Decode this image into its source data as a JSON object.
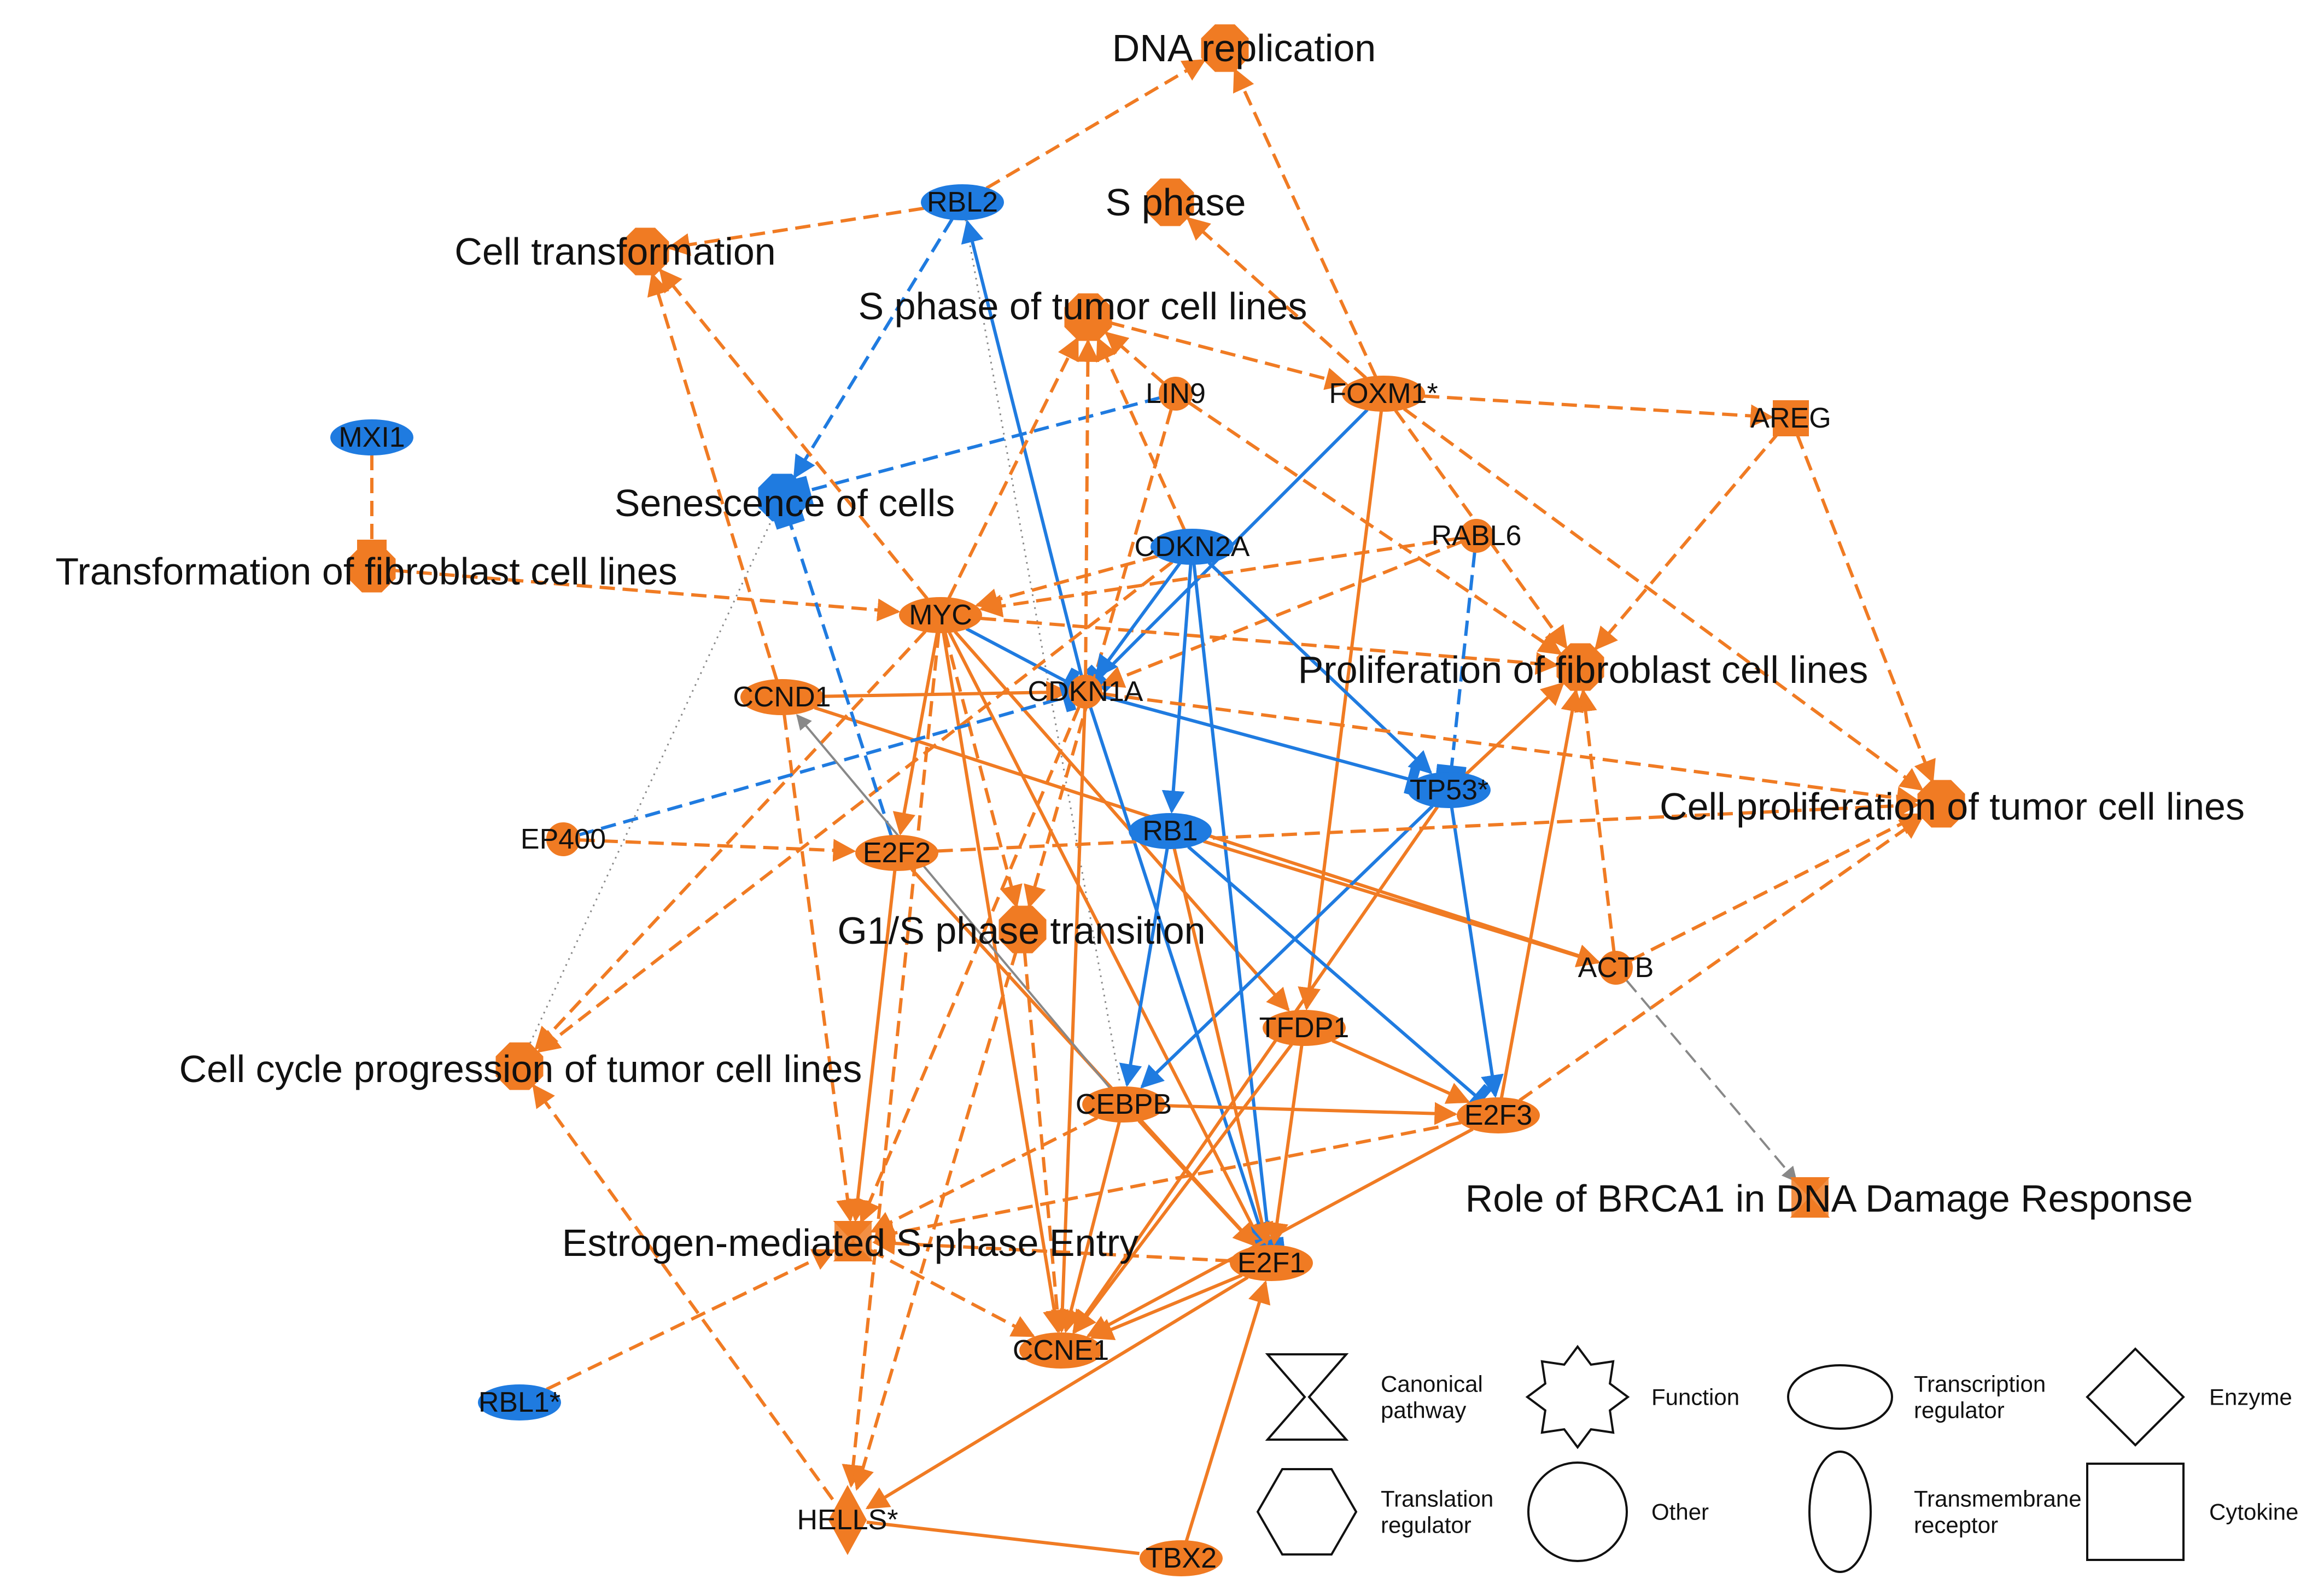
{
  "colors": {
    "up": "#F07B23",
    "down": "#1F7BE0",
    "neutral": "#888888",
    "legend_stroke": "#111111",
    "label": "#111111"
  },
  "nodes": [
    {
      "id": "dna_replication",
      "label": "DNA replication",
      "shape": "octagon",
      "color": "up",
      "kind": "function"
    },
    {
      "id": "s_phase",
      "label": "S phase",
      "shape": "octagon",
      "color": "up",
      "kind": "function"
    },
    {
      "id": "cell_transformation",
      "label": "Cell transformation",
      "shape": "octagon",
      "color": "up",
      "kind": "function"
    },
    {
      "id": "s_phase_tumor",
      "label": "S phase of tumor cell lines",
      "shape": "octagon",
      "color": "up",
      "kind": "function"
    },
    {
      "id": "senescence",
      "label": "Senescence of cells",
      "shape": "octagon",
      "color": "down",
      "kind": "function"
    },
    {
      "id": "transformation_fibro",
      "label": "Transformation of fibroblast cell lines",
      "shape": "octagon",
      "color": "up",
      "kind": "function"
    },
    {
      "id": "prolif_fibro",
      "label": "Proliferation of fibroblast cell lines",
      "shape": "octagon",
      "color": "up",
      "kind": "function"
    },
    {
      "id": "cell_prolif_tumor",
      "label": "Cell proliferation of tumor cell lines",
      "shape": "octagon",
      "color": "up",
      "kind": "function"
    },
    {
      "id": "g1s",
      "label": "G1/S phase transition",
      "shape": "octagon",
      "color": "up",
      "kind": "function"
    },
    {
      "id": "cell_cycle_tumor",
      "label": "Cell cycle progression of tumor cell lines",
      "shape": "octagon",
      "color": "up",
      "kind": "function"
    },
    {
      "id": "brca1",
      "label": "Role of BRCA1 in DNA Damage Response",
      "shape": "hourglass",
      "color": "up",
      "kind": "function"
    },
    {
      "id": "estrogen",
      "label": "Estrogen-mediated S-phase Entry",
      "shape": "hourglass",
      "color": "up",
      "kind": "function"
    },
    {
      "id": "rbl2",
      "label": "RBL2",
      "shape": "ellipse",
      "color": "down",
      "kind": "gene"
    },
    {
      "id": "lin9",
      "label": "LIN9",
      "shape": "circle",
      "color": "up",
      "kind": "gene"
    },
    {
      "id": "foxm1",
      "label": "FOXM1*",
      "shape": "ellipse",
      "color": "up",
      "kind": "gene"
    },
    {
      "id": "areg",
      "label": "AREG",
      "shape": "square",
      "color": "up",
      "kind": "gene"
    },
    {
      "id": "mxi1",
      "label": "MXI1",
      "shape": "ellipse",
      "color": "down",
      "kind": "gene"
    },
    {
      "id": "cdkn2a",
      "label": "CDKN2A",
      "shape": "ellipse",
      "color": "down",
      "kind": "gene"
    },
    {
      "id": "rabl6",
      "label": "RABL6",
      "shape": "circle",
      "color": "up",
      "kind": "gene"
    },
    {
      "id": "myc",
      "label": "MYC",
      "shape": "ellipse",
      "color": "up",
      "kind": "gene"
    },
    {
      "id": "ccnd1",
      "label": "CCND1",
      "shape": "ellipse",
      "color": "up",
      "kind": "gene"
    },
    {
      "id": "cdkn1a",
      "label": "CDKN1A",
      "shape": "circle",
      "color": "up",
      "kind": "gene"
    },
    {
      "id": "tp53",
      "label": "TP53*",
      "shape": "ellipse",
      "color": "down",
      "kind": "gene"
    },
    {
      "id": "ep400",
      "label": "EP400",
      "shape": "circle",
      "color": "up",
      "kind": "gene"
    },
    {
      "id": "e2f2",
      "label": "E2F2",
      "shape": "ellipse",
      "color": "up",
      "kind": "gene"
    },
    {
      "id": "rb1",
      "label": "RB1",
      "shape": "ellipse",
      "color": "down",
      "kind": "gene"
    },
    {
      "id": "actb",
      "label": "ACTB",
      "shape": "circle",
      "color": "up",
      "kind": "gene"
    },
    {
      "id": "tfdp1",
      "label": "TFDP1",
      "shape": "ellipse",
      "color": "up",
      "kind": "gene"
    },
    {
      "id": "cebpb",
      "label": "CEBPB",
      "shape": "ellipse",
      "color": "up",
      "kind": "gene"
    },
    {
      "id": "e2f3",
      "label": "E2F3",
      "shape": "ellipse",
      "color": "up",
      "kind": "gene"
    },
    {
      "id": "e2f1",
      "label": "E2F1",
      "shape": "ellipse",
      "color": "up",
      "kind": "gene"
    },
    {
      "id": "ccne1",
      "label": "CCNE1",
      "shape": "ellipse",
      "color": "up",
      "kind": "gene"
    },
    {
      "id": "rbl1",
      "label": "RBL1*",
      "shape": "ellipse",
      "color": "down",
      "kind": "gene"
    },
    {
      "id": "hells",
      "label": "HELLS*",
      "shape": "diamond",
      "color": "up",
      "kind": "gene"
    },
    {
      "id": "tbx2",
      "label": "TBX2",
      "shape": "ellipse",
      "color": "up",
      "kind": "gene"
    }
  ],
  "edges": [
    {
      "s": "rbl2",
      "t": "dna_replication",
      "c": "up",
      "d": true,
      "h": "arrow"
    },
    {
      "s": "rbl2",
      "t": "cell_transformation",
      "c": "up",
      "d": true,
      "h": "arrow"
    },
    {
      "s": "rbl2",
      "t": "senescence",
      "c": "down",
      "d": true,
      "h": "arrow"
    },
    {
      "s": "rbl2",
      "t": "cebpb",
      "c": "neutral",
      "d": true,
      "h": "none",
      "dot": true
    },
    {
      "s": "cdkn1a",
      "t": "rbl2",
      "c": "down",
      "d": false,
      "h": "arrow"
    },
    {
      "s": "foxm1",
      "t": "dna_replication",
      "c": "up",
      "d": true,
      "h": "arrow"
    },
    {
      "s": "foxm1",
      "t": "s_phase",
      "c": "up",
      "d": true,
      "h": "arrow"
    },
    {
      "s": "foxm1",
      "t": "areg",
      "c": "up",
      "d": true,
      "h": "arrow"
    },
    {
      "s": "foxm1",
      "t": "prolif_fibro",
      "c": "up",
      "d": true,
      "h": "arrow"
    },
    {
      "s": "foxm1",
      "t": "cell_prolif_tumor",
      "c": "up",
      "d": true,
      "h": "arrow"
    },
    {
      "s": "foxm1",
      "t": "tfdp1",
      "c": "up",
      "d": false,
      "h": "arrow"
    },
    {
      "s": "foxm1",
      "t": "cdkn1a",
      "c": "down",
      "d": false,
      "h": "bar"
    },
    {
      "s": "lin9",
      "t": "s_phase_tumor",
      "c": "up",
      "d": true,
      "h": "arrow"
    },
    {
      "s": "lin9",
      "t": "senescence",
      "c": "down",
      "d": true,
      "h": "bar"
    },
    {
      "s": "lin9",
      "t": "prolif_fibro",
      "c": "up",
      "d": true,
      "h": "arrow"
    },
    {
      "s": "lin9",
      "t": "g1s",
      "c": "up",
      "d": true,
      "h": "arrow"
    },
    {
      "s": "s_phase_tumor",
      "t": "foxm1",
      "c": "up",
      "d": true,
      "h": "arrow"
    },
    {
      "s": "mxi1",
      "t": "transformation_fibro",
      "c": "up",
      "d": true,
      "h": "bar"
    },
    {
      "s": "transformation_fibro",
      "t": "myc",
      "c": "up",
      "d": true,
      "h": "arrow"
    },
    {
      "s": "myc",
      "t": "cell_transformation",
      "c": "up",
      "d": true,
      "h": "arrow"
    },
    {
      "s": "myc",
      "t": "e2f2",
      "c": "up",
      "d": false,
      "h": "arrow"
    },
    {
      "s": "myc",
      "t": "cdkn1a",
      "c": "down",
      "d": false,
      "h": "bar"
    },
    {
      "s": "myc",
      "t": "ccne1",
      "c": "up",
      "d": false,
      "h": "arrow"
    },
    {
      "s": "myc",
      "t": "e2f1",
      "c": "up",
      "d": false,
      "h": "arrow"
    },
    {
      "s": "myc",
      "t": "tfdp1",
      "c": "up",
      "d": false,
      "h": "arrow"
    },
    {
      "s": "myc",
      "t": "s_phase_tumor",
      "c": "up",
      "d": true,
      "h": "arrow"
    },
    {
      "s": "myc",
      "t": "cell_cycle_tumor",
      "c": "up",
      "d": true,
      "h": "arrow"
    },
    {
      "s": "myc",
      "t": "hells",
      "c": "up",
      "d": true,
      "h": "arrow"
    },
    {
      "s": "myc",
      "t": "prolif_fibro",
      "c": "up",
      "d": true,
      "h": "arrow"
    },
    {
      "s": "myc",
      "t": "g1s",
      "c": "up",
      "d": true,
      "h": "arrow"
    },
    {
      "s": "rabl6",
      "t": "myc",
      "c": "up",
      "d": true,
      "h": "arrow"
    },
    {
      "s": "rabl6",
      "t": "tp53",
      "c": "down",
      "d": true,
      "h": "bar"
    },
    {
      "s": "rabl6",
      "t": "cdkn1a",
      "c": "up",
      "d": true,
      "h": "arrow"
    },
    {
      "s": "areg",
      "t": "prolif_fibro",
      "c": "up",
      "d": true,
      "h": "arrow"
    },
    {
      "s": "areg",
      "t": "cell_prolif_tumor",
      "c": "up",
      "d": true,
      "h": "arrow"
    },
    {
      "s": "cdkn2a",
      "t": "cdkn1a",
      "c": "down",
      "d": false,
      "h": "arrow"
    },
    {
      "s": "cdkn2a",
      "t": "tp53",
      "c": "down",
      "d": false,
      "h": "arrow"
    },
    {
      "s": "cdkn2a",
      "t": "rb1",
      "c": "down",
      "d": false,
      "h": "arrow"
    },
    {
      "s": "cdkn2a",
      "t": "e2f1",
      "c": "down",
      "d": false,
      "h": "bar"
    },
    {
      "s": "cdkn2a",
      "t": "myc",
      "c": "up",
      "d": true,
      "h": "arrow"
    },
    {
      "s": "cdkn2a",
      "t": "cell_cycle_tumor",
      "c": "up",
      "d": true,
      "h": "arrow"
    },
    {
      "s": "cdkn2a",
      "t": "s_phase_tumor",
      "c": "up",
      "d": true,
      "h": "arrow"
    },
    {
      "s": "ccnd1",
      "t": "cdkn1a",
      "c": "up",
      "d": false,
      "h": "arrow"
    },
    {
      "s": "ccnd1",
      "t": "actb",
      "c": "up",
      "d": false,
      "h": "arrow"
    },
    {
      "s": "ccnd1",
      "t": "estrogen",
      "c": "up",
      "d": true,
      "h": "arrow"
    },
    {
      "s": "ccnd1",
      "t": "cell_transformation",
      "c": "up",
      "d": true,
      "h": "arrow"
    },
    {
      "s": "cdkn1a",
      "t": "tp53",
      "c": "down",
      "d": false,
      "h": "bar"
    },
    {
      "s": "cdkn1a",
      "t": "cell_prolif_tumor",
      "c": "up",
      "d": true,
      "h": "arrow"
    },
    {
      "s": "cdkn1a",
      "t": "s_phase_tumor",
      "c": "up",
      "d": true,
      "h": "arrow"
    },
    {
      "s": "cdkn1a",
      "t": "e2f1",
      "c": "down",
      "d": false,
      "h": "arrow"
    },
    {
      "s": "cdkn1a",
      "t": "ccne1",
      "c": "up",
      "d": false,
      "h": "arrow"
    },
    {
      "s": "cdkn1a",
      "t": "estrogen",
      "c": "up",
      "d": true,
      "h": "arrow"
    },
    {
      "s": "tp53",
      "t": "cebpb",
      "c": "down",
      "d": false,
      "h": "arrow"
    },
    {
      "s": "tp53",
      "t": "e2f3",
      "c": "down",
      "d": false,
      "h": "arrow"
    },
    {
      "s": "tp53",
      "t": "ccne1",
      "c": "up",
      "d": false,
      "h": "arrow"
    },
    {
      "s": "tp53",
      "t": "prolif_fibro",
      "c": "up",
      "d": false,
      "h": "arrow"
    },
    {
      "s": "ep400",
      "t": "e2f2",
      "c": "up",
      "d": true,
      "h": "arrow"
    },
    {
      "s": "ep400",
      "t": "cdkn1a",
      "c": "down",
      "d": true,
      "h": "bar"
    },
    {
      "s": "e2f2",
      "t": "estrogen",
      "c": "up",
      "d": false,
      "h": "arrow"
    },
    {
      "s": "e2f2",
      "t": "e2f1",
      "c": "up",
      "d": false,
      "h": "arrow"
    },
    {
      "s": "e2f2",
      "t": "cell_prolif_tumor",
      "c": "up",
      "d": true,
      "h": "arrow"
    },
    {
      "s": "e2f2",
      "t": "senescence",
      "c": "down",
      "d": true,
      "h": "bar"
    },
    {
      "s": "rb1",
      "t": "e2f3",
      "c": "down",
      "d": false,
      "h": "bar"
    },
    {
      "s": "rb1",
      "t": "actb",
      "c": "up",
      "d": false,
      "h": "arrow"
    },
    {
      "s": "rb1",
      "t": "e2f1",
      "c": "up",
      "d": false,
      "h": "arrow"
    },
    {
      "s": "rb1",
      "t": "cebpb",
      "c": "down",
      "d": false,
      "h": "arrow"
    },
    {
      "s": "actb",
      "t": "brca1",
      "c": "neutral",
      "d": true,
      "h": "arrow"
    },
    {
      "s": "actb",
      "t": "cell_prolif_tumor",
      "c": "up",
      "d": true,
      "h": "arrow"
    },
    {
      "s": "actb",
      "t": "prolif_fibro",
      "c": "up",
      "d": true,
      "h": "arrow"
    },
    {
      "s": "tfdp1",
      "t": "e2f3",
      "c": "up",
      "d": false,
      "h": "arrow"
    },
    {
      "s": "tfdp1",
      "t": "ccne1",
      "c": "up",
      "d": false,
      "h": "arrow"
    },
    {
      "s": "tfdp1",
      "t": "e2f1",
      "c": "up",
      "d": false,
      "h": "arrow"
    },
    {
      "s": "cebpb",
      "t": "ccnd1",
      "c": "neutral",
      "d": false,
      "h": "arrow"
    },
    {
      "s": "cebpb",
      "t": "e2f3",
      "c": "up",
      "d": false,
      "h": "arrow"
    },
    {
      "s": "cebpb",
      "t": "e2f1",
      "c": "up",
      "d": false,
      "h": "arrow"
    },
    {
      "s": "cebpb",
      "t": "ccne1",
      "c": "up",
      "d": false,
      "h": "arrow"
    },
    {
      "s": "cebpb",
      "t": "estrogen",
      "c": "up",
      "d": true,
      "h": "arrow"
    },
    {
      "s": "e2f3",
      "t": "estrogen",
      "c": "up",
      "d": true,
      "h": "arrow"
    },
    {
      "s": "e2f3",
      "t": "ccne1",
      "c": "up",
      "d": false,
      "h": "arrow"
    },
    {
      "s": "e2f3",
      "t": "cell_prolif_tumor",
      "c": "up",
      "d": true,
      "h": "arrow"
    },
    {
      "s": "e2f3",
      "t": "prolif_fibro",
      "c": "up",
      "d": false,
      "h": "arrow"
    },
    {
      "s": "e2f1",
      "t": "ccne1",
      "c": "up",
      "d": false,
      "h": "arrow"
    },
    {
      "s": "e2f1",
      "t": "hells",
      "c": "up",
      "d": false,
      "h": "arrow"
    },
    {
      "s": "e2f1",
      "t": "estrogen",
      "c": "up",
      "d": true,
      "h": "arrow"
    },
    {
      "s": "g1s",
      "t": "hells",
      "c": "up",
      "d": true,
      "h": "arrow"
    },
    {
      "s": "g1s",
      "t": "ccne1",
      "c": "up",
      "d": true,
      "h": "arrow"
    },
    {
      "s": "hells",
      "t": "cell_cycle_tumor",
      "c": "up",
      "d": true,
      "h": "arrow"
    },
    {
      "s": "hells",
      "t": "tbx2",
      "c": "up",
      "d": false,
      "h": "none"
    },
    {
      "s": "tbx2",
      "t": "e2f1",
      "c": "up",
      "d": false,
      "h": "arrow"
    },
    {
      "s": "rbl1",
      "t": "estrogen",
      "c": "up",
      "d": true,
      "h": "arrow"
    },
    {
      "s": "estrogen",
      "t": "ccne1",
      "c": "up",
      "d": true,
      "h": "arrow"
    },
    {
      "s": "senescence",
      "t": "cell_cycle_tumor",
      "c": "neutral",
      "d": true,
      "h": "none",
      "dot": true
    }
  ],
  "legend": [
    {
      "key": "canonical_pathway",
      "label_lines": [
        "Canonical",
        "pathway"
      ],
      "icon": "hourglass-icon"
    },
    {
      "key": "function",
      "label_lines": [
        "Function"
      ],
      "icon": "starburst-icon"
    },
    {
      "key": "transcription_regulator",
      "label_lines": [
        "Transcription",
        "regulator"
      ],
      "icon": "ellipse-icon"
    },
    {
      "key": "enzyme",
      "label_lines": [
        "Enzyme"
      ],
      "icon": "diamond-icon"
    },
    {
      "key": "translation_regulator",
      "label_lines": [
        "Translation",
        "regulator"
      ],
      "icon": "hexagon-icon"
    },
    {
      "key": "other",
      "label_lines": [
        "Other"
      ],
      "icon": "circle-icon"
    },
    {
      "key": "transmembrane_receptor",
      "label_lines": [
        "Transmembrane",
        "receptor"
      ],
      "icon": "vertical-ellipse-icon"
    },
    {
      "key": "cytokine",
      "label_lines": [
        "Cytokine"
      ],
      "icon": "square-icon"
    }
  ]
}
